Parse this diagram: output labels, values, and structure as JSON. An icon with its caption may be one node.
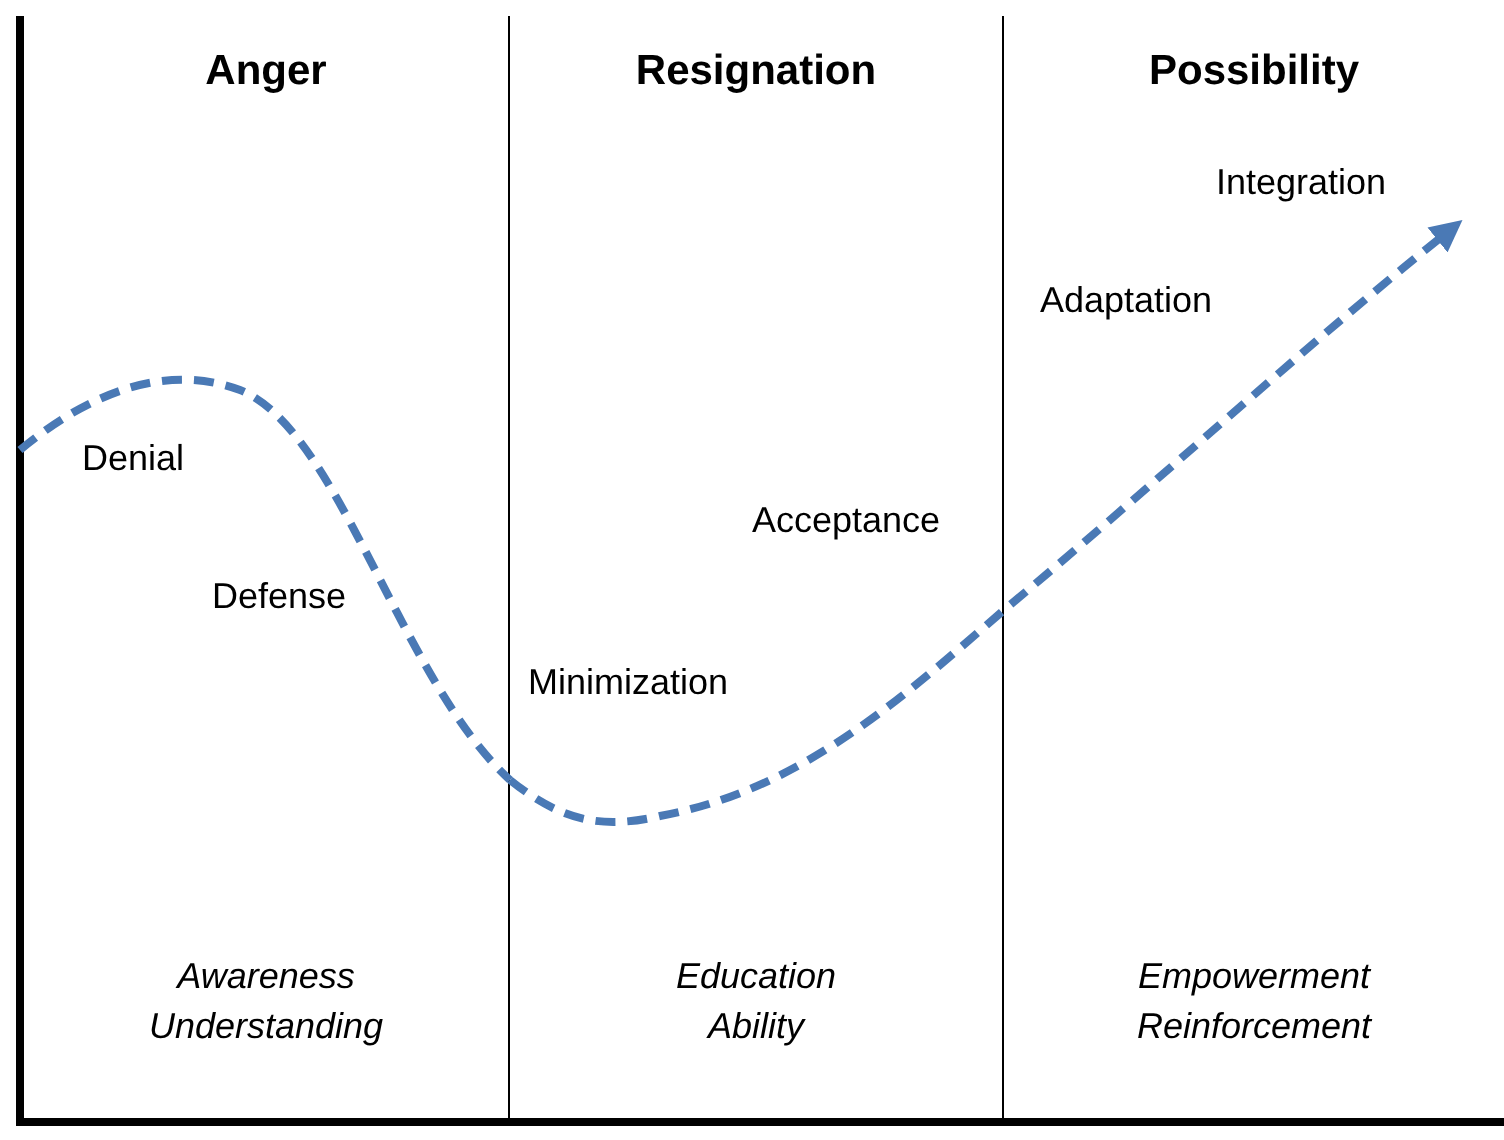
{
  "diagram": {
    "nodes": [
      {
        "text": [
          "Anger",
          "Awareness",
          "Understanding"
        ]
      },
      {
        "text": [
          "Resignation",
          "Education",
          "Ability"
        ]
      },
      {
        "text": [
          "Possibility",
          "Empowerment",
          "Reinforcement"
        ]
      }
    ],
    "edges": [
      {
        "from": 0,
        "to": 1,
        "arrow": "none",
        "style": "dashed",
        "color": "#4a79b5"
      },
      {
        "from": 1,
        "to": 2,
        "arrow": "to",
        "style": "dashed",
        "color": "#4a79b5"
      }
    ],
    "labels": [
      "Integration",
      "Adaptation",
      "Denial",
      "Acceptance",
      "Defense",
      "Minimization"
    ]
  }
}
